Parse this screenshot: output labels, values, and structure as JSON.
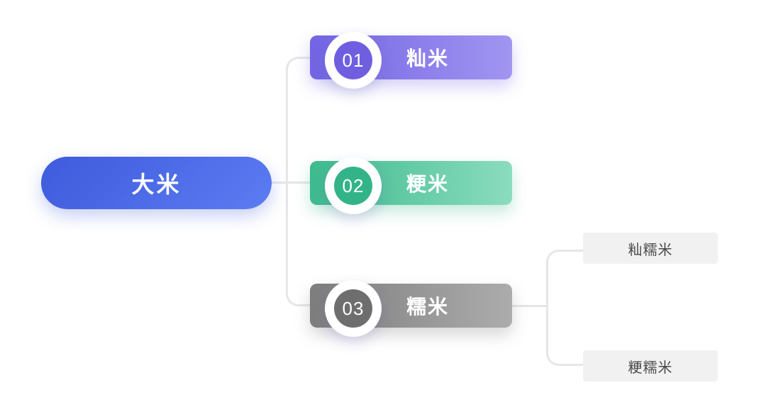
{
  "diagram": {
    "root": {
      "label": "大米"
    },
    "branches": [
      {
        "number": "01",
        "label": "籼米",
        "badge_color": "#6f5fe0",
        "gradient_from": "#7264e3",
        "gradient_to": "#a195f1",
        "children": []
      },
      {
        "number": "02",
        "label": "粳米",
        "badge_color": "#33b488",
        "gradient_from": "#3dba8e",
        "gradient_to": "#8bdcbe",
        "children": []
      },
      {
        "number": "03",
        "label": "糯米",
        "badge_color": "#6e6e6e",
        "gradient_from": "#7d7d7d",
        "gradient_to": "#acacac",
        "children": [
          {
            "label": "籼糯米"
          },
          {
            "label": "粳糯米"
          }
        ]
      }
    ],
    "colors": {
      "root_gradient_from": "#3e5bdc",
      "root_gradient_to": "#5c7cf2",
      "connector": "#e6e6e8",
      "child_box_bg": "#f1f1f2",
      "child_box_text": "#4a4a4a",
      "background": "#ffffff"
    }
  }
}
